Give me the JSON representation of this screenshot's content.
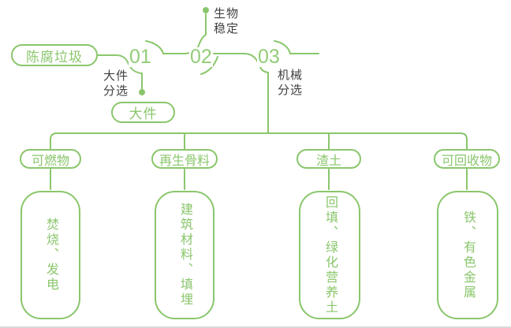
{
  "source_label": "陈腐垃圾",
  "steps": [
    {
      "number": "01",
      "process": "大件分选",
      "output": "大件"
    },
    {
      "number": "02",
      "process": "生物稳定"
    },
    {
      "number": "03",
      "process": "机械分选"
    }
  ],
  "outputs": [
    {
      "category": "可燃物",
      "result": "焚烧、发电"
    },
    {
      "category": "再生骨料",
      "result": "建筑材料、填埋"
    },
    {
      "category": "渣土",
      "result": "回填、绿化营养土"
    },
    {
      "category": "可回收物",
      "result": "铁、有色金属"
    }
  ],
  "colors": {
    "line_green": "#8ac66c",
    "number_green": "#93cd77",
    "label_dark": "#3f3f3f"
  }
}
